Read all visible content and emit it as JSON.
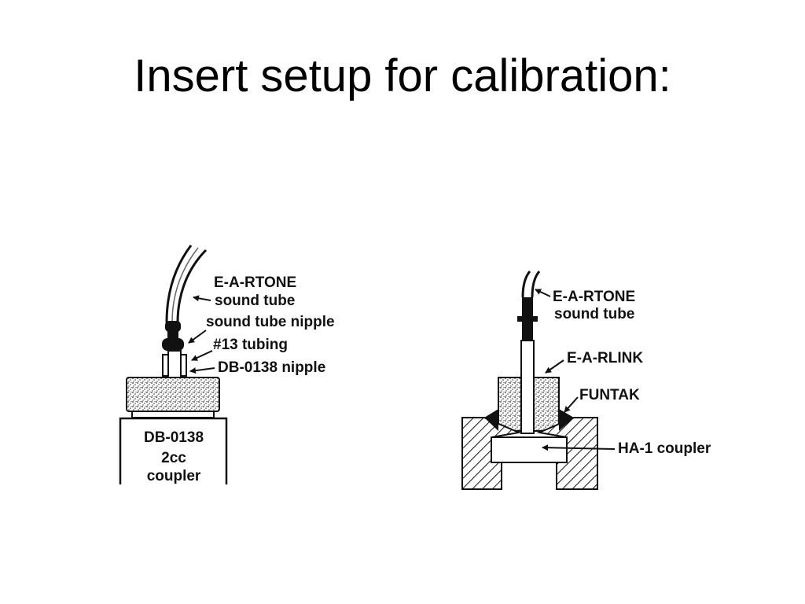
{
  "slide": {
    "title": "Insert setup for calibration:"
  },
  "left_diagram": {
    "labels": {
      "sound_tube_1": "E-A-RTONE",
      "sound_tube_2": "sound tube",
      "nipple": "sound tube nipple",
      "tubing": "#13 tubing",
      "db_nipple": "DB-0138 nipple",
      "coupler_1": "DB-0138",
      "coupler_2": "2cc",
      "coupler_3": "coupler"
    }
  },
  "right_diagram": {
    "labels": {
      "sound_tube_1": "E-A-RTONE",
      "sound_tube_2": "sound tube",
      "rlink": "E-A-RLINK",
      "funtak": "FUNTAK",
      "coupler": "HA-1 coupler"
    }
  }
}
